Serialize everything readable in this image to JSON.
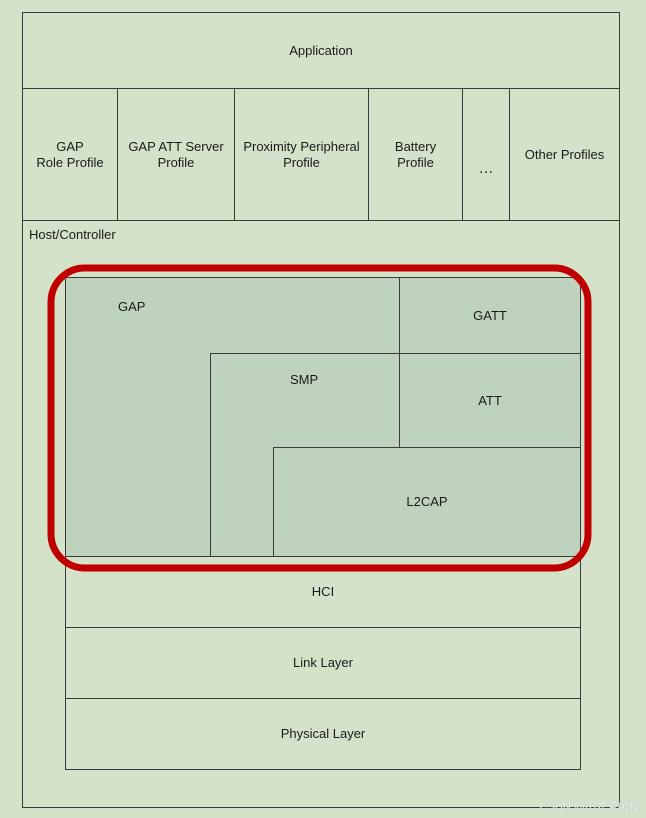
{
  "application": "Application",
  "profiles": [
    {
      "label": "GAP\nRole Profile"
    },
    {
      "label": "GAP ATT Server\nProfile"
    },
    {
      "label": "Proximity Peripheral\nProfile"
    },
    {
      "label": "Battery\nProfile"
    },
    {
      "label": "…"
    },
    {
      "label": "Other Profiles"
    }
  ],
  "host_controller_label": "Host/Controller",
  "layers": {
    "gap": "GAP",
    "gatt": "GATT",
    "smp": "SMP",
    "att": "ATT",
    "l2cap": "L2CAP",
    "hci": "HCI",
    "link_layer": "Link Layer",
    "physical_layer": "Physical Layer"
  },
  "highlight_color": "#c00000",
  "watermark": "CSDN @不才爱编程"
}
